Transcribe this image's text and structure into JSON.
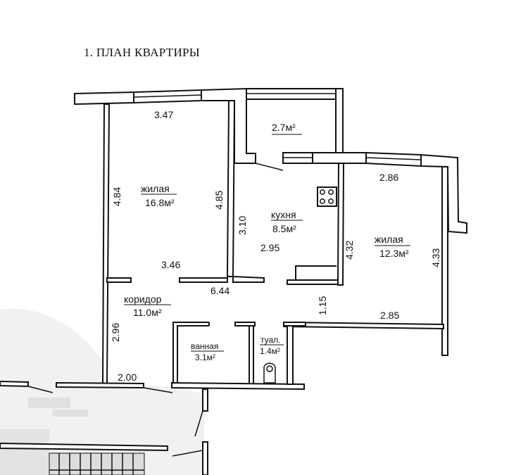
{
  "title": "1. ПЛАН КВАРТИРЫ",
  "rooms": {
    "living_left": {
      "name": "жилая",
      "area": "16.8м²"
    },
    "balcony": {
      "name": "",
      "area": "2.7м²"
    },
    "kitchen": {
      "name": "кухня",
      "area": "8.5м²"
    },
    "living_right": {
      "name": "жилая",
      "area": "12.3м²"
    },
    "corridor": {
      "name": "коридор",
      "area": "11.0м²"
    },
    "bathroom": {
      "name": "ванная",
      "area": "3.1м²"
    },
    "toilet": {
      "name": "туал.",
      "area": "1.4м²"
    }
  },
  "dimensions": {
    "living_left_top": "3.47",
    "living_left_left": "4.84",
    "living_left_right": "4.85",
    "living_left_bottom": "3.46",
    "kitchen_left": "3.10",
    "kitchen_width": "2.95",
    "corridor_length": "6.44",
    "living_right_top": "2.86",
    "living_right_left": "4.32",
    "living_right_right": "4.33",
    "living_right_bottom": "2.85",
    "niche_depth": "1.15",
    "corridor_left": "2.96",
    "entrance_width": "2.00"
  },
  "icons": {
    "stove": "stove-icon",
    "toilet": "toilet-bowl-icon",
    "stairs": "staircase-icon"
  }
}
